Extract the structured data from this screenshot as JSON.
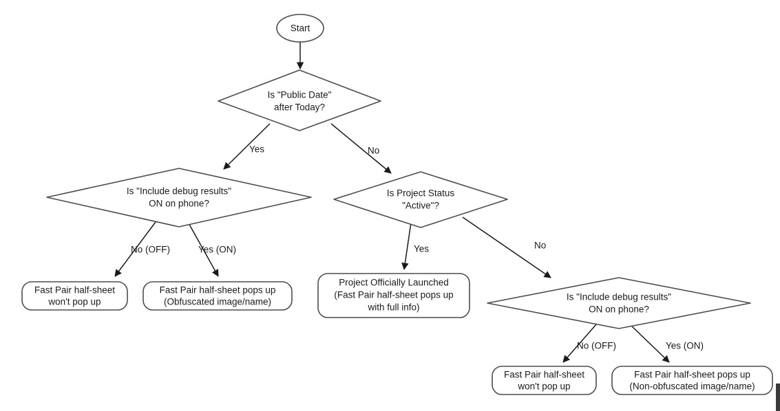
{
  "diagram": {
    "title": "Fast Pair half-sheet decision flow",
    "background_color": "#ffffff",
    "stroke_color": "#4d4d4d",
    "text_color": "#1a1a1a"
  },
  "nodes": {
    "start": {
      "id": "start",
      "type": "terminator-ellipse",
      "label": "Start"
    },
    "d_public_date": {
      "id": "d_public_date",
      "type": "decision",
      "line1": "Is \"Public Date\"",
      "line2": "after Today?"
    },
    "d_debug_left": {
      "id": "d_debug_left",
      "type": "decision",
      "line1": "Is \"Include debug results\"",
      "line2": "ON on phone?"
    },
    "d_project_status": {
      "id": "d_project_status",
      "type": "decision",
      "line1": "Is Project Status",
      "line2": "\"Active\"?"
    },
    "d_debug_right": {
      "id": "d_debug_right",
      "type": "decision",
      "line1": "Is \"Include debug results\"",
      "line2": "ON on phone?"
    },
    "t_no_popup_left": {
      "id": "t_no_popup_left",
      "type": "rounded-box",
      "line1": "Fast Pair half-sheet",
      "line2": "won't pop up"
    },
    "t_obfuscated": {
      "id": "t_obfuscated",
      "type": "rounded-box",
      "line1": "Fast Pair half-sheet pops up",
      "line2": "(Obfuscated image/name)"
    },
    "t_launched": {
      "id": "t_launched",
      "type": "rounded-box",
      "line1": "Project Officially Launched",
      "line2": "(Fast Pair half-sheet pops up",
      "line3": "with full info)"
    },
    "t_no_popup_right": {
      "id": "t_no_popup_right",
      "type": "rounded-box",
      "line1": "Fast Pair half-sheet",
      "line2": "won't pop up"
    },
    "t_non_obfuscated": {
      "id": "t_non_obfuscated",
      "type": "rounded-box",
      "line1": "Fast Pair half-sheet pops up",
      "line2": "(Non-obfuscated image/name)"
    }
  },
  "edges": [
    {
      "id": "e_start_to_public",
      "from": "start",
      "to": "d_public_date",
      "label": ""
    },
    {
      "id": "e_public_yes",
      "from": "d_public_date",
      "to": "d_debug_left",
      "label": "Yes"
    },
    {
      "id": "e_public_no",
      "from": "d_public_date",
      "to": "d_project_status",
      "label": "No"
    },
    {
      "id": "e_debugleft_off",
      "from": "d_debug_left",
      "to": "t_no_popup_left",
      "label": "No (OFF)"
    },
    {
      "id": "e_debugleft_on",
      "from": "d_debug_left",
      "to": "t_obfuscated",
      "label": "Yes (ON)"
    },
    {
      "id": "e_status_yes",
      "from": "d_project_status",
      "to": "t_launched",
      "label": "Yes"
    },
    {
      "id": "e_status_no",
      "from": "d_project_status",
      "to": "d_debug_right",
      "label": "No"
    },
    {
      "id": "e_debugright_off",
      "from": "d_debug_right",
      "to": "t_no_popup_right",
      "label": "No (OFF)"
    },
    {
      "id": "e_debugright_on",
      "from": "d_debug_right",
      "to": "t_non_obfuscated",
      "label": "Yes (ON)"
    }
  ]
}
